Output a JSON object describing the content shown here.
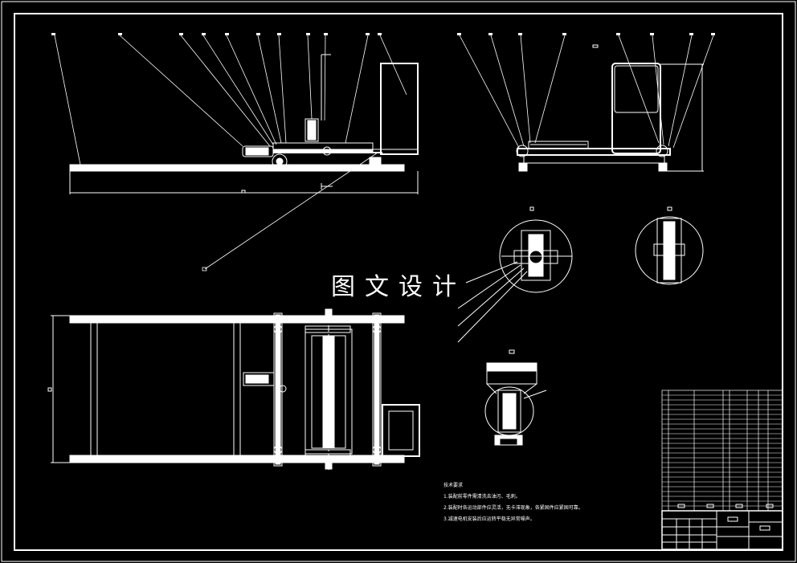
{
  "watermark": "图文设计",
  "colors": {
    "background": "#000000",
    "line": "#ffffff"
  },
  "notes": {
    "heading": "技术要求",
    "lines": [
      "1.装配前零件需清洗去油污、毛刺。",
      "2.装配时各运动部件应灵活，无卡滞现象，各紧固件应紧固可靠。",
      "3.减速电机安装后应运转平稳无异常噪声。"
    ]
  }
}
